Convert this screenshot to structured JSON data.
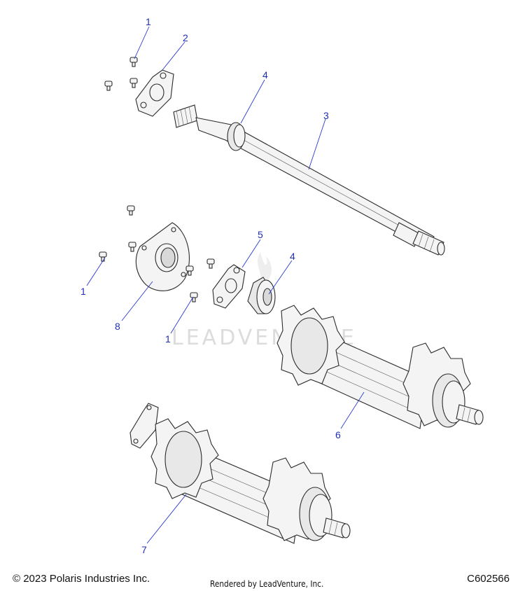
{
  "callouts": [
    {
      "id": "c1a",
      "label": "1"
    },
    {
      "id": "c2",
      "label": "2"
    },
    {
      "id": "c3",
      "label": "3"
    },
    {
      "id": "c4a",
      "label": "4"
    },
    {
      "id": "c5",
      "label": "5"
    },
    {
      "id": "c4b",
      "label": "4"
    },
    {
      "id": "c1b",
      "label": "1"
    },
    {
      "id": "c8",
      "label": "8"
    },
    {
      "id": "c1c",
      "label": "1"
    },
    {
      "id": "c6",
      "label": "6"
    },
    {
      "id": "c7",
      "label": "7"
    }
  ],
  "watermark": "LEADVENTURE",
  "footer": {
    "copyright": "© 2023 Polaris Industries Inc.",
    "rendered_by": "Rendered by LeadVenture, Inc.",
    "diagram_code": "C602566"
  },
  "colors": {
    "callout": "#1f2fb8",
    "line": "#2b2b2b"
  }
}
